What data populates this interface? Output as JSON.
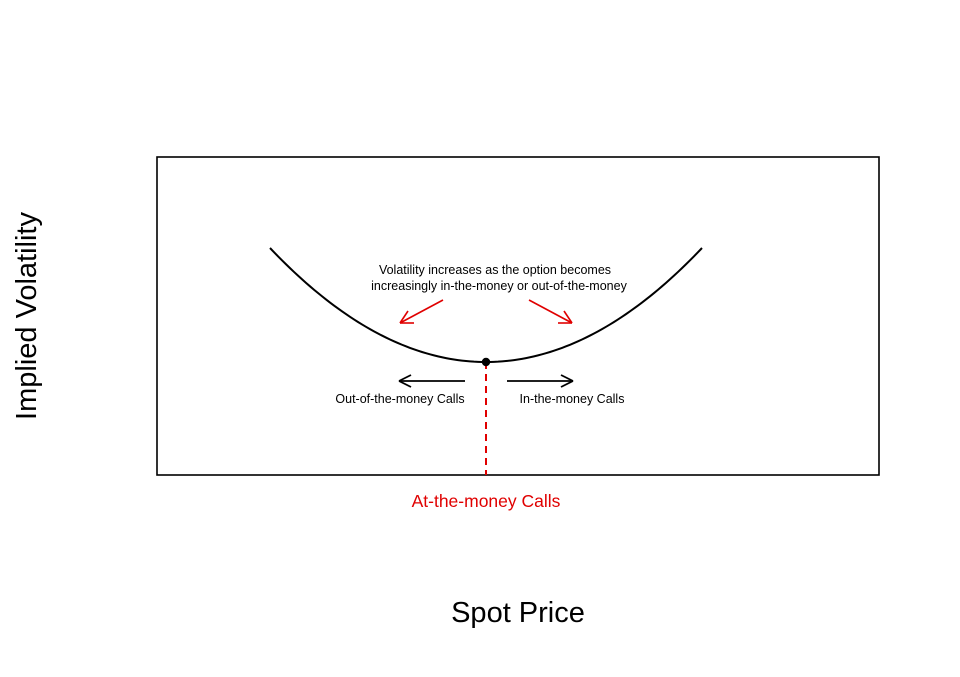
{
  "axes": {
    "xlabel": "Spot Price",
    "ylabel": "Implied Volatility"
  },
  "annotations": {
    "note_line1": "Volatility increases as the option becomes",
    "note_line2": "increasingly in-the-money or out-of-the-money",
    "otm_label": "Out-of-the-money Calls",
    "itm_label": "In-the-money Calls",
    "atm_label": "At-the-money Calls"
  },
  "colors": {
    "curve": "#000000",
    "atm": "#e00000",
    "arrow_red": "#e00000",
    "frame": "#000000"
  },
  "chart_data": {
    "type": "line",
    "shape": "volatility smile (convex curve with minimum at the money)",
    "grid": false,
    "legend": "none"
  }
}
